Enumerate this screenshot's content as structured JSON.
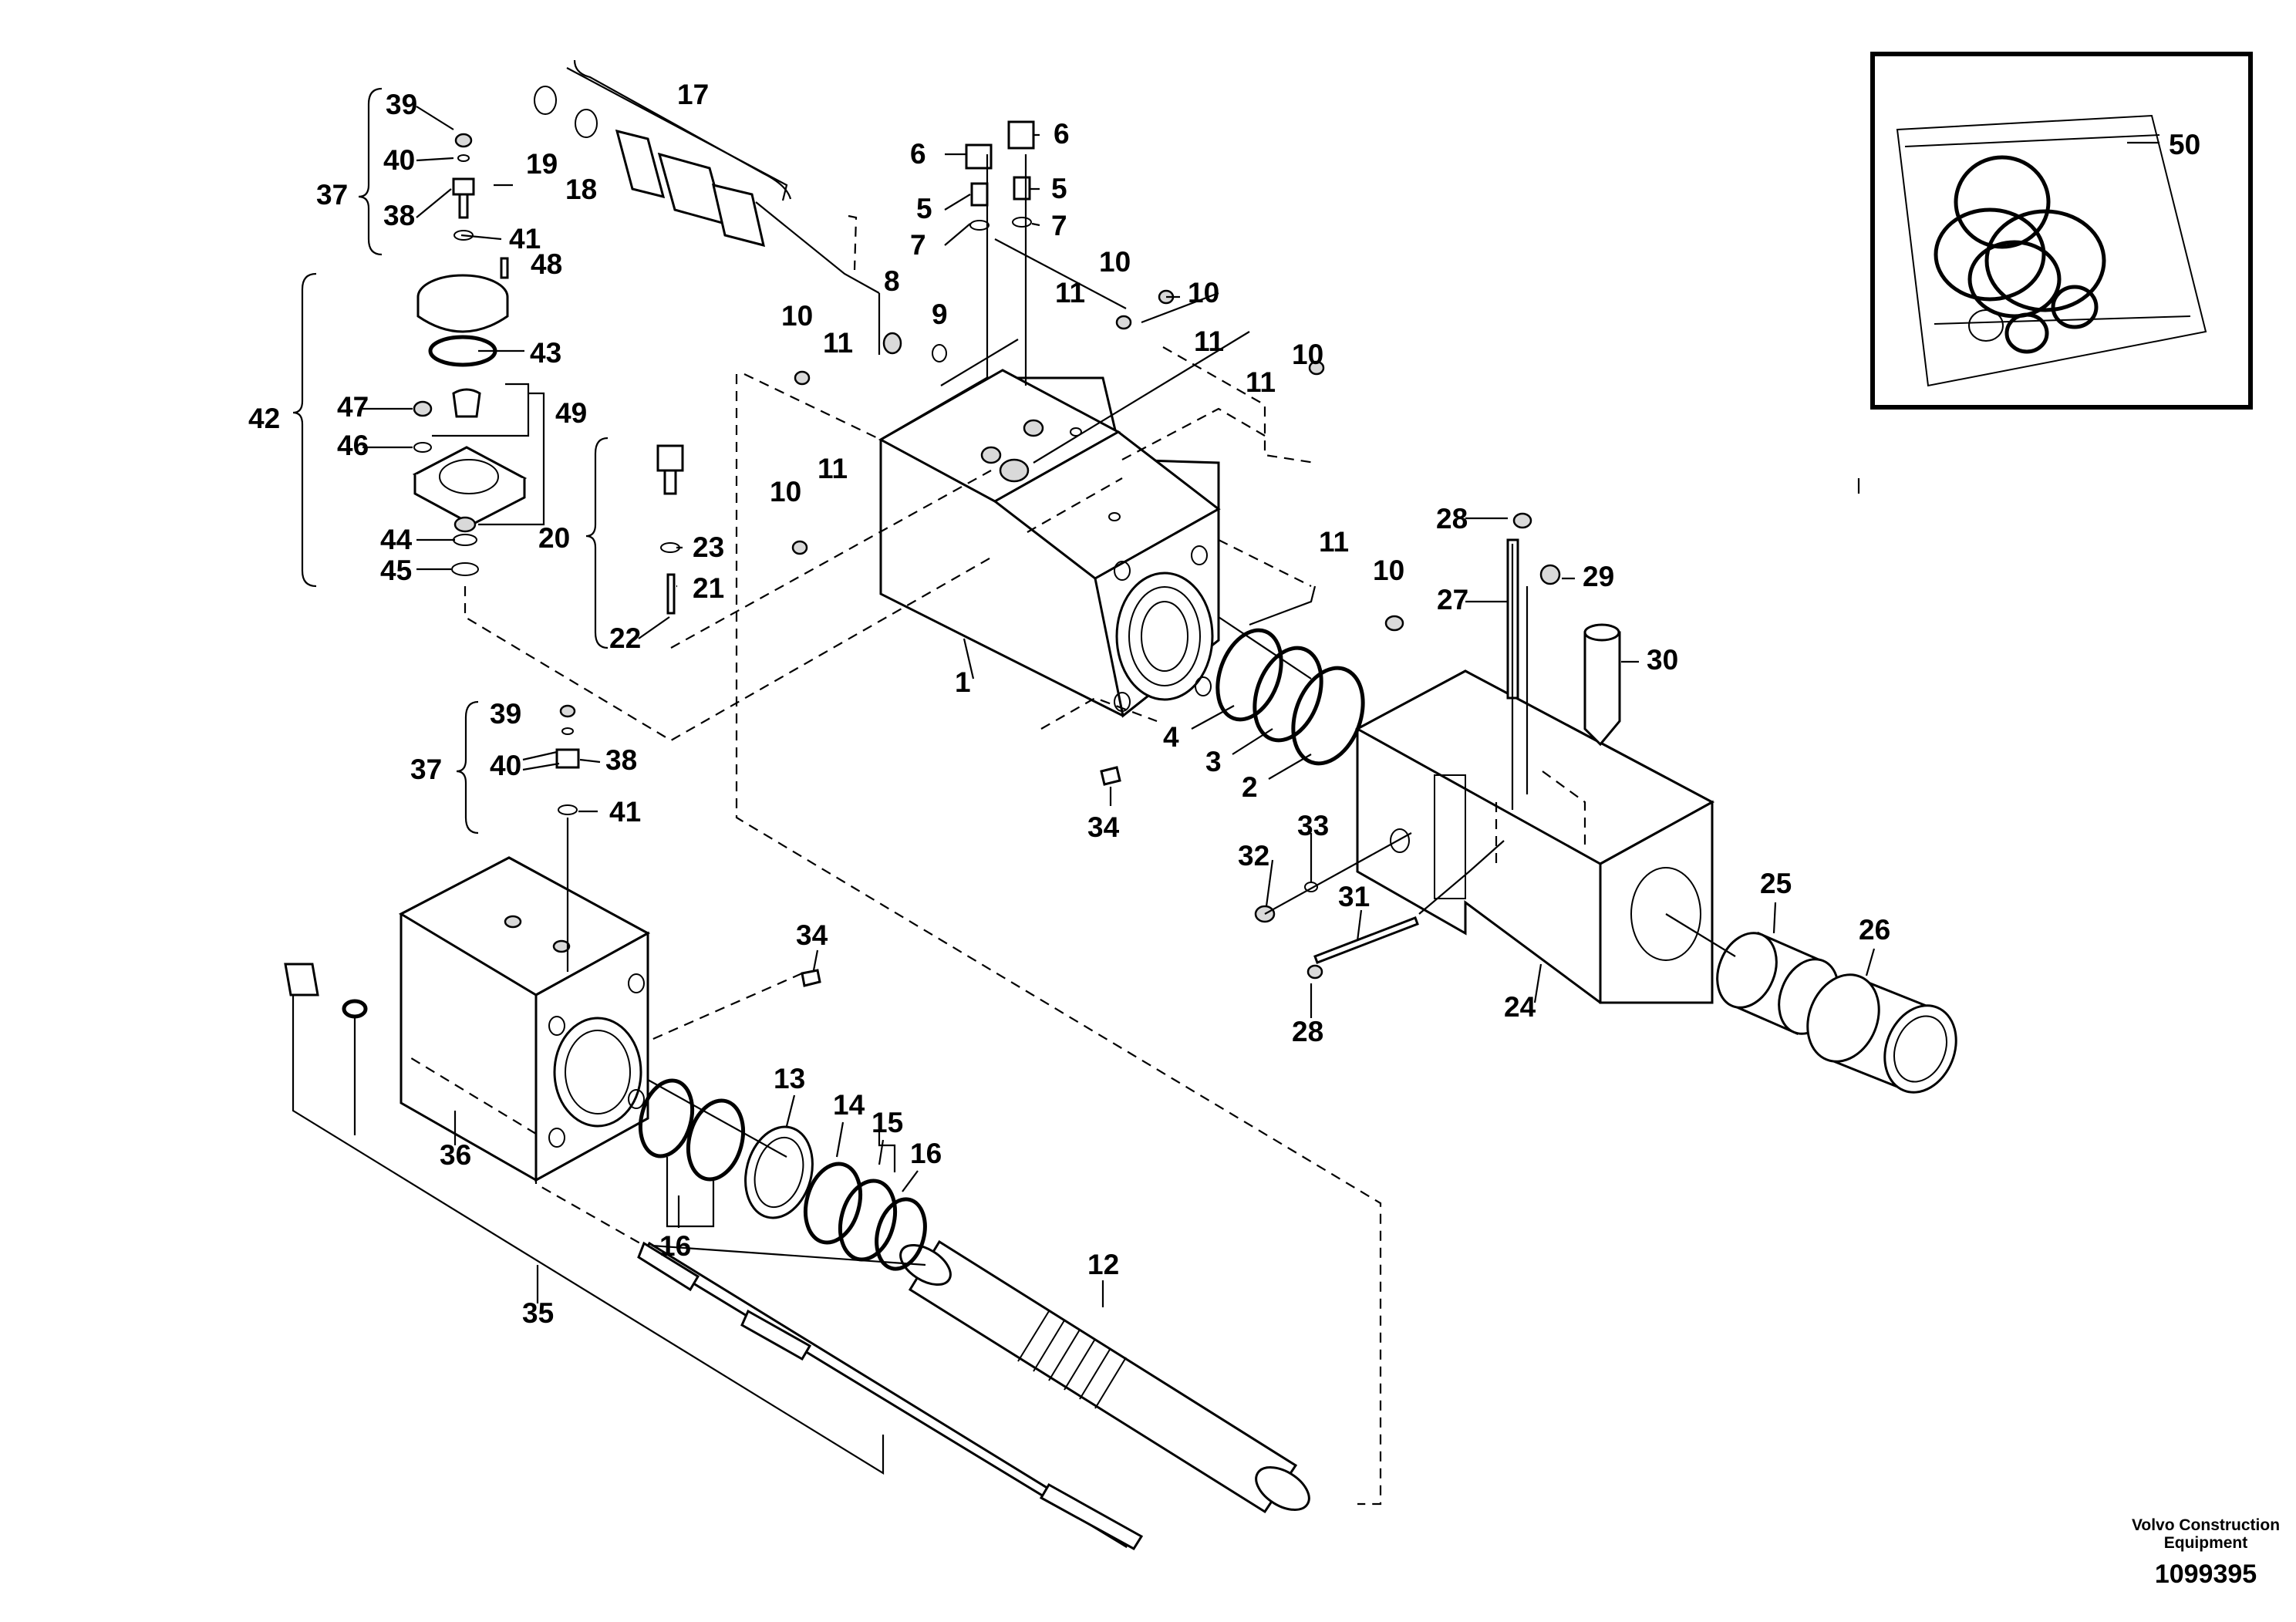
{
  "brand": {
    "line1": "Volvo Construction",
    "line2": "Equipment"
  },
  "document_number": "1099395",
  "inset_kit_label": "50",
  "labels": [
    {
      "id": "l1",
      "text": "1"
    },
    {
      "id": "l2",
      "text": "2"
    },
    {
      "id": "l3",
      "text": "3"
    },
    {
      "id": "l4",
      "text": "4"
    },
    {
      "id": "l5a",
      "text": "5"
    },
    {
      "id": "l5b",
      "text": "5"
    },
    {
      "id": "l6a",
      "text": "6"
    },
    {
      "id": "l6b",
      "text": "6"
    },
    {
      "id": "l7a",
      "text": "7"
    },
    {
      "id": "l7b",
      "text": "7"
    },
    {
      "id": "l8",
      "text": "8"
    },
    {
      "id": "l9",
      "text": "9"
    },
    {
      "id": "l10a",
      "text": "10"
    },
    {
      "id": "l10b",
      "text": "10"
    },
    {
      "id": "l10c",
      "text": "10"
    },
    {
      "id": "l10d",
      "text": "10"
    },
    {
      "id": "l10e",
      "text": "10"
    },
    {
      "id": "l10f",
      "text": "10"
    },
    {
      "id": "l11a",
      "text": "11"
    },
    {
      "id": "l11b",
      "text": "11"
    },
    {
      "id": "l11c",
      "text": "11"
    },
    {
      "id": "l11d",
      "text": "11"
    },
    {
      "id": "l11e",
      "text": "11"
    },
    {
      "id": "l11f",
      "text": "11"
    },
    {
      "id": "l12",
      "text": "12"
    },
    {
      "id": "l13",
      "text": "13"
    },
    {
      "id": "l14",
      "text": "14"
    },
    {
      "id": "l15",
      "text": "15"
    },
    {
      "id": "l16a",
      "text": "16"
    },
    {
      "id": "l16b",
      "text": "16"
    },
    {
      "id": "l17",
      "text": "17"
    },
    {
      "id": "l18",
      "text": "18"
    },
    {
      "id": "l19",
      "text": "19"
    },
    {
      "id": "l20",
      "text": "20"
    },
    {
      "id": "l21",
      "text": "21"
    },
    {
      "id": "l22",
      "text": "22"
    },
    {
      "id": "l23",
      "text": "23"
    },
    {
      "id": "l24",
      "text": "24"
    },
    {
      "id": "l25",
      "text": "25"
    },
    {
      "id": "l26",
      "text": "26"
    },
    {
      "id": "l27",
      "text": "27"
    },
    {
      "id": "l28a",
      "text": "28"
    },
    {
      "id": "l28b",
      "text": "28"
    },
    {
      "id": "l29",
      "text": "29"
    },
    {
      "id": "l30",
      "text": "30"
    },
    {
      "id": "l31",
      "text": "31"
    },
    {
      "id": "l32",
      "text": "32"
    },
    {
      "id": "l33",
      "text": "33"
    },
    {
      "id": "l34a",
      "text": "34"
    },
    {
      "id": "l34b",
      "text": "34"
    },
    {
      "id": "l35",
      "text": "35"
    },
    {
      "id": "l36",
      "text": "36"
    },
    {
      "id": "l37a",
      "text": "37"
    },
    {
      "id": "l37b",
      "text": "37"
    },
    {
      "id": "l38a",
      "text": "38"
    },
    {
      "id": "l38b",
      "text": "38"
    },
    {
      "id": "l39a",
      "text": "39"
    },
    {
      "id": "l39b",
      "text": "39"
    },
    {
      "id": "l40a",
      "text": "40"
    },
    {
      "id": "l40b",
      "text": "40"
    },
    {
      "id": "l41a",
      "text": "41"
    },
    {
      "id": "l41b",
      "text": "41"
    },
    {
      "id": "l42",
      "text": "42"
    },
    {
      "id": "l43",
      "text": "43"
    },
    {
      "id": "l44",
      "text": "44"
    },
    {
      "id": "l45",
      "text": "45"
    },
    {
      "id": "l46",
      "text": "46"
    },
    {
      "id": "l47",
      "text": "47"
    },
    {
      "id": "l48",
      "text": "48"
    },
    {
      "id": "l49",
      "text": "49"
    }
  ]
}
